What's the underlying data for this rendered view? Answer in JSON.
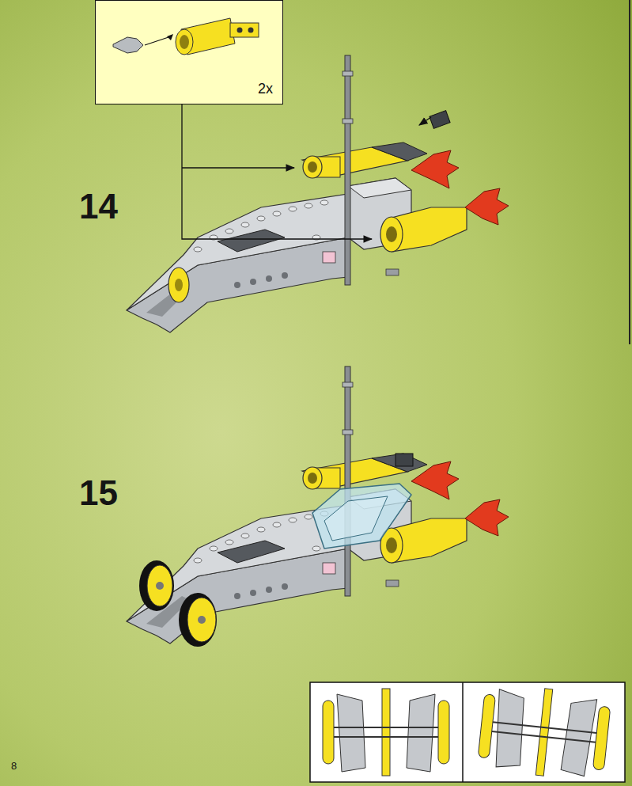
{
  "diagram": {
    "nodes": [
      {
        "text": [
          "2x"
        ]
      }
    ],
    "labels": [
      "14",
      "15",
      "8"
    ]
  }
}
